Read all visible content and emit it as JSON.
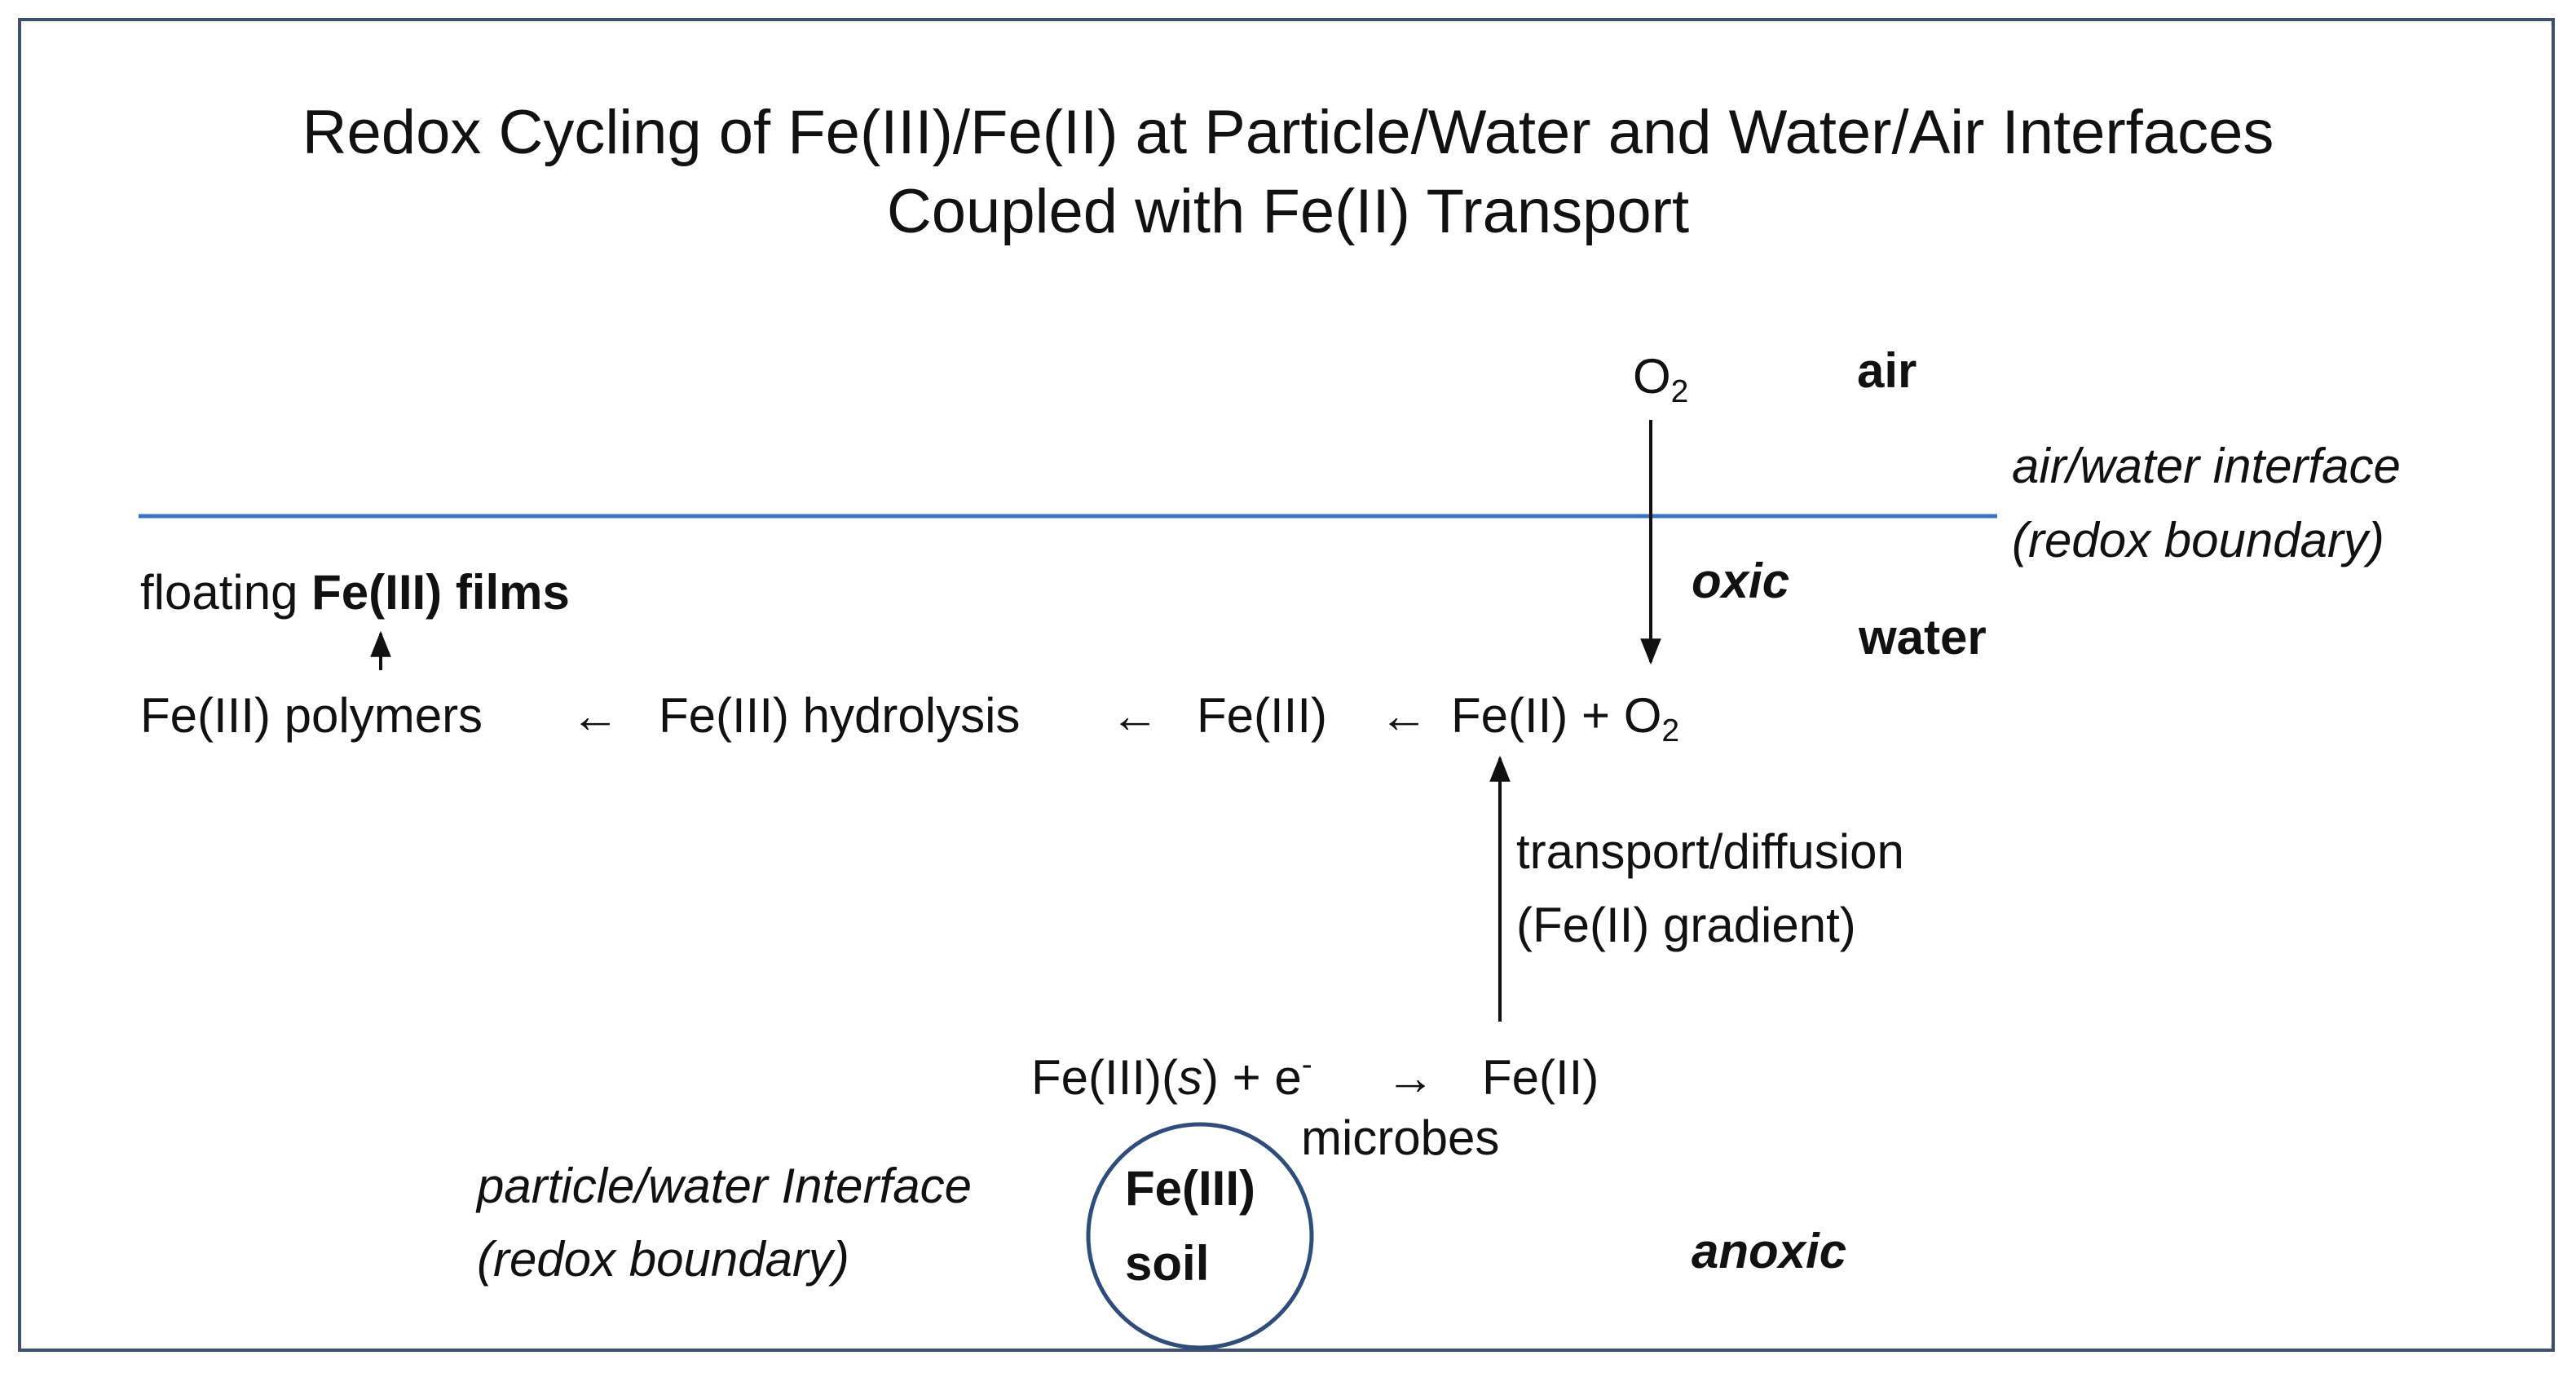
{
  "title": {
    "line1": "Redox Cycling of Fe(III)/Fe(II) at Particle/Water and Water/Air Interfaces",
    "line2": "Coupled with Fe(II) Transport"
  },
  "air_label": "air",
  "water_label": "water",
  "oxic_label": "oxic",
  "anoxic_label": "anoxic",
  "o2": {
    "base": "O",
    "sub": "2"
  },
  "air_water_interface": {
    "line1": "air/water interface",
    "line2": "(redox boundary)"
  },
  "floating": {
    "prefix": "floating ",
    "bold": "Fe(III) films"
  },
  "chain": {
    "polymers": "Fe(III)  polymers",
    "arrow": "←",
    "hydrolysis": "Fe(III)  hydrolysis",
    "fe3": "Fe(III)",
    "fe2_o2": "Fe(II) + O",
    "o2_sub": "2"
  },
  "transport": {
    "line1": "transport/diffusion",
    "line2": "(Fe(II) gradient)"
  },
  "reduction": {
    "reactant": "Fe(III)(",
    "s": "s",
    "close_plus": ") + e",
    "charge": "-",
    "arrow": "→",
    "product": "Fe(II)",
    "catalyst": "microbes"
  },
  "particle_water_interface": {
    "line1": "particle/water Interface",
    "line2": "(redox boundary)"
  },
  "soil": {
    "line1": "Fe(III)",
    "line2": "soil"
  },
  "colors": {
    "interface_line": "#3b73c4",
    "circle": "#2f4d7a",
    "frame": "#3f4f6e",
    "text": "#111111"
  }
}
